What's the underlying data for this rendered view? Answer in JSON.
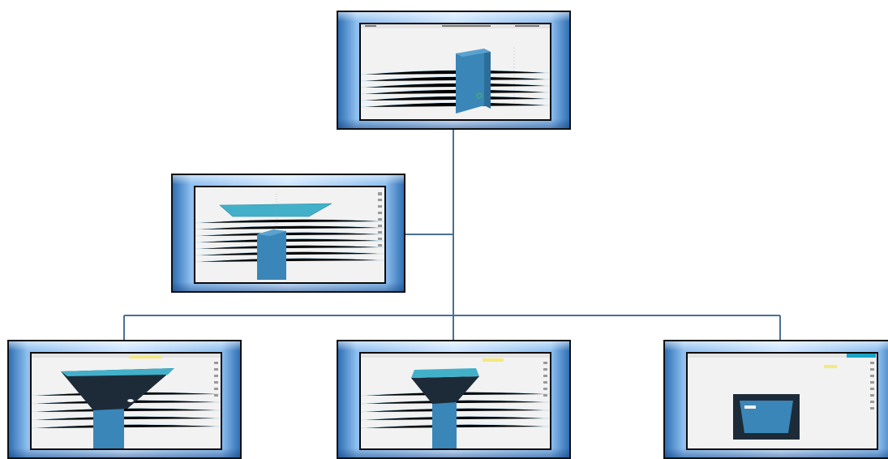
{
  "diagram": {
    "type": "hierarchy-tree",
    "nodes": [
      {
        "id": "root",
        "content": "3d-modeling-screenshot-box"
      },
      {
        "id": "middle",
        "content": "3d-modeling-screenshot-plane-above-box"
      },
      {
        "id": "leaf-left",
        "content": "3d-modeling-screenshot-funnel"
      },
      {
        "id": "leaf-center",
        "content": "3d-modeling-screenshot-funnel"
      },
      {
        "id": "leaf-right",
        "content": "3d-modeling-screenshot-top-view"
      }
    ],
    "edges": [
      {
        "from": "root",
        "to": "middle"
      },
      {
        "from": "root",
        "to": "leaf-left"
      },
      {
        "from": "root",
        "to": "leaf-center"
      },
      {
        "from": "root",
        "to": "leaf-right"
      }
    ],
    "colors": {
      "connector": "#4a6f96",
      "frame": "#8fc0f0",
      "model": "#3a86b8",
      "viewport_bg": "#f2f2f2"
    }
  }
}
